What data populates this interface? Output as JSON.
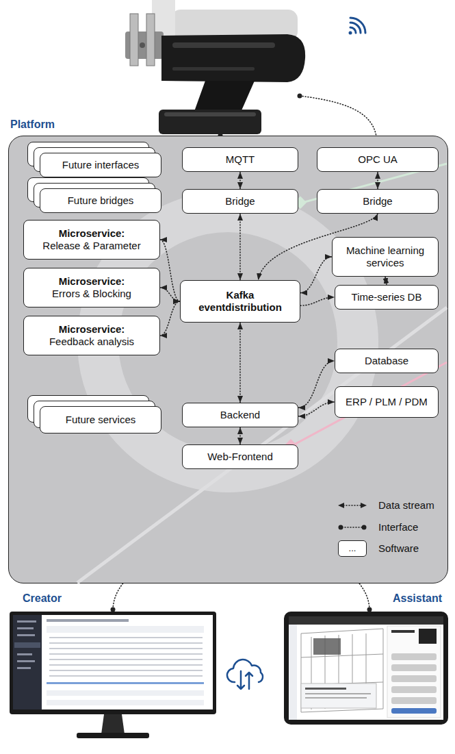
{
  "diagram": {
    "nodes": [
      {
        "text": [
          "Platform"
        ]
      },
      {
        "text": [
          "Future interfaces"
        ],
        "in": 0
      },
      {
        "text": [
          "MQTT"
        ],
        "in": 0
      },
      {
        "text": [
          "OPC UA"
        ],
        "in": 0
      },
      {
        "text": [
          "Future bridges"
        ],
        "in": 0
      },
      {
        "text": [
          "Bridge"
        ],
        "in": 0
      },
      {
        "text": [
          "Bridge"
        ],
        "in": 0
      },
      {
        "text": [
          "Microservice:",
          "Release & Parameter"
        ],
        "in": 0
      },
      {
        "text": [
          "Machine learning services"
        ],
        "in": 0
      },
      {
        "text": [
          "Microservice:",
          "Errors & Blocking"
        ],
        "in": 0
      },
      {
        "text": [
          "Kafka eventdistribution"
        ],
        "in": 0
      },
      {
        "text": [
          "Time-series DB"
        ],
        "in": 0
      },
      {
        "text": [
          "Microservice:",
          "Feedback analysis"
        ],
        "in": 0
      },
      {
        "text": [
          "Database"
        ],
        "in": 0
      },
      {
        "text": [
          "ERP / PLM / PDM"
        ],
        "in": 0
      },
      {
        "text": [
          "Future services"
        ],
        "in": 0
      },
      {
        "text": [
          "Backend"
        ],
        "in": 0
      },
      {
        "text": [
          "Web-Frontend"
        ],
        "in": 0
      }
    ],
    "edges": [
      {
        "from": 2,
        "to": 5,
        "arrow": "both"
      },
      {
        "from": 3,
        "to": 6,
        "arrow": "both"
      },
      {
        "from": 5,
        "to": 10,
        "arrow": "both"
      },
      {
        "from": 6,
        "to": 10,
        "arrow": "both"
      },
      {
        "from": 10,
        "to": 7,
        "arrow": "both"
      },
      {
        "from": 10,
        "to": 9,
        "arrow": "both"
      },
      {
        "from": 10,
        "to": 12,
        "arrow": "both"
      },
      {
        "from": 10,
        "to": 8,
        "arrow": "both"
      },
      {
        "from": 10,
        "to": 11,
        "arrow": "to"
      },
      {
        "from": 8,
        "to": 11,
        "arrow": "both"
      },
      {
        "from": 10,
        "to": 16,
        "arrow": "both"
      },
      {
        "from": 16,
        "to": 13,
        "arrow": "both"
      },
      {
        "from": 16,
        "to": 14,
        "arrow": "both"
      },
      {
        "from": 16,
        "to": 17,
        "arrow": "both"
      }
    ],
    "labels": [
      "Creator",
      "Assistant",
      "..."
    ],
    "legend": [
      {
        "text": "Data stream"
      },
      {
        "text": "Interface"
      },
      {
        "text": "Software"
      }
    ]
  }
}
